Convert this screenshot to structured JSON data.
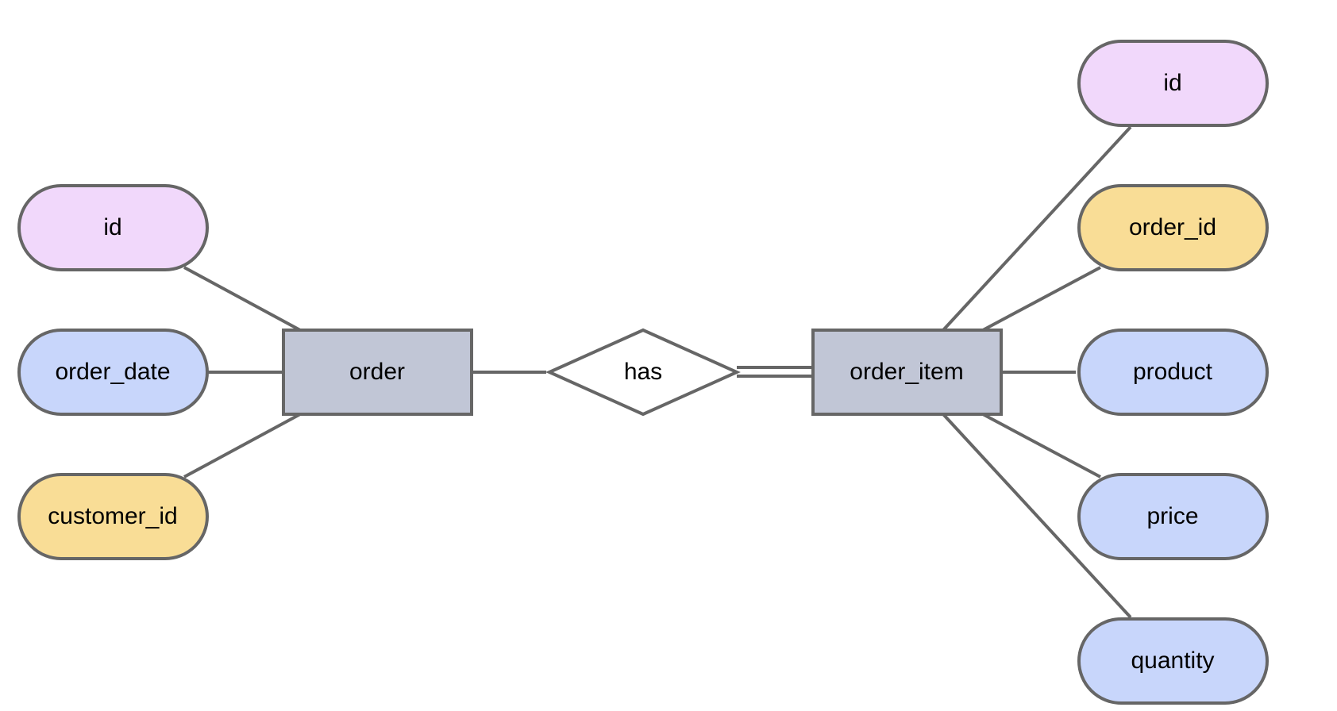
{
  "diagram": {
    "entities": {
      "order": {
        "label": "order"
      },
      "order_item": {
        "label": "order_item"
      }
    },
    "relationship": {
      "label": "has"
    },
    "order_attributes": [
      {
        "label": "id",
        "kind": "primary-key"
      },
      {
        "label": "order_date",
        "kind": "attribute"
      },
      {
        "label": "customer_id",
        "kind": "foreign-key"
      }
    ],
    "order_item_attributes": [
      {
        "label": "id",
        "kind": "primary-key"
      },
      {
        "label": "order_id",
        "kind": "foreign-key"
      },
      {
        "label": "product",
        "kind": "attribute"
      },
      {
        "label": "price",
        "kind": "attribute"
      },
      {
        "label": "quantity",
        "kind": "attribute"
      }
    ],
    "colors": {
      "primary_key_fill": "#f1d8fb",
      "foreign_key_fill": "#f9dd96",
      "attribute_fill": "#c8d6fb",
      "entity_fill": "#c1c6d6",
      "relationship_fill": "#ffffff",
      "stroke": "#666666"
    }
  }
}
